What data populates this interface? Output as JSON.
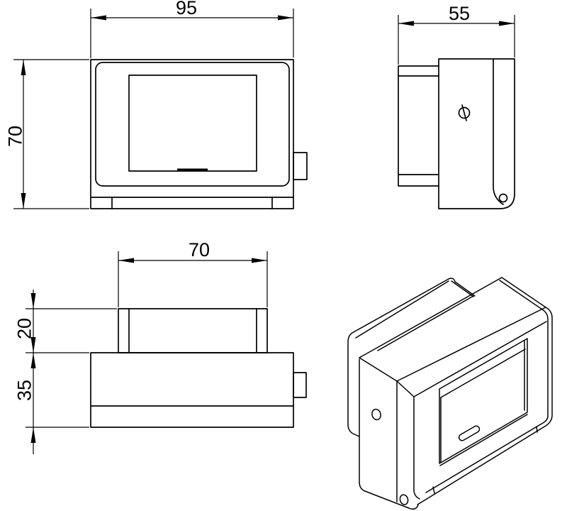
{
  "drawing": {
    "colors": {
      "line": "#000000",
      "background": "#ffffff"
    },
    "views": {
      "front": {
        "width_label": "95",
        "height_label": "70"
      },
      "side": {
        "depth_label": "55"
      },
      "top": {
        "rear_width_label": "70",
        "rear_depth_label": "20",
        "body_depth_label": "35"
      }
    }
  }
}
